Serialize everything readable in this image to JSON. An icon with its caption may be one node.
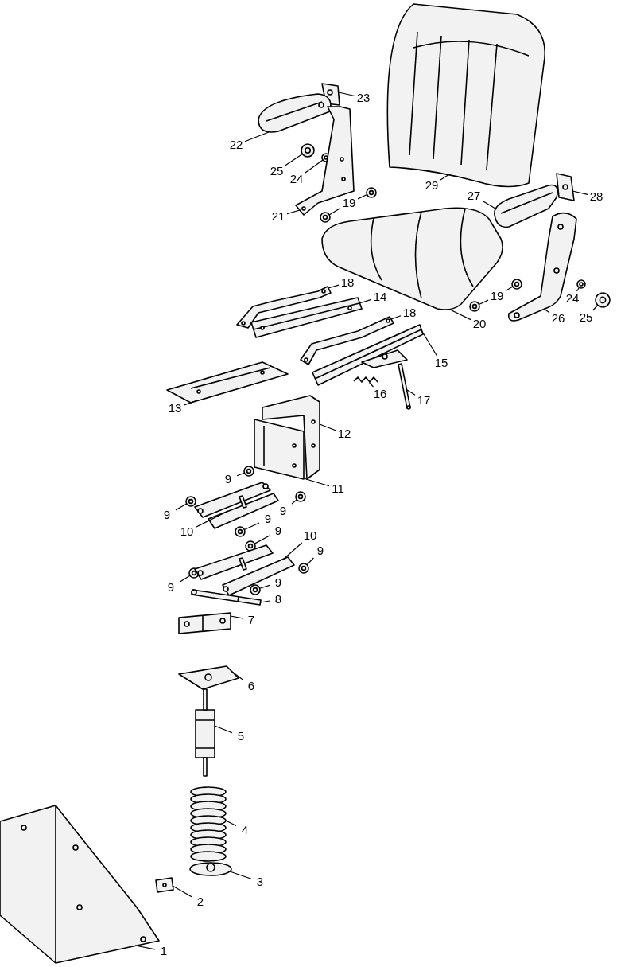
{
  "diagram": {
    "nodes": [
      {
        "text": [
          "23"
        ]
      },
      {
        "text": [
          "22"
        ]
      },
      {
        "text": [
          "25"
        ]
      },
      {
        "text": [
          "24"
        ]
      },
      {
        "text": [
          "29"
        ]
      },
      {
        "text": [
          "27"
        ]
      },
      {
        "text": [
          "28"
        ]
      },
      {
        "text": [
          "19"
        ]
      },
      {
        "text": [
          "21"
        ]
      },
      {
        "text": [
          "18"
        ]
      },
      {
        "text": [
          "19"
        ]
      },
      {
        "text": [
          "14"
        ]
      },
      {
        "text": [
          "24"
        ]
      },
      {
        "text": [
          "26"
        ]
      },
      {
        "text": [
          "18"
        ]
      },
      {
        "text": [
          "20"
        ]
      },
      {
        "text": [
          "25"
        ]
      },
      {
        "text": [
          "15"
        ]
      },
      {
        "text": [
          "16"
        ]
      },
      {
        "text": [
          "17"
        ]
      },
      {
        "text": [
          "13"
        ]
      },
      {
        "text": [
          "12"
        ]
      },
      {
        "text": [
          "11"
        ]
      },
      {
        "text": [
          "9"
        ]
      },
      {
        "text": [
          "9"
        ]
      },
      {
        "text": [
          "9"
        ]
      },
      {
        "text": [
          "9"
        ]
      },
      {
        "text": [
          "9"
        ]
      },
      {
        "text": [
          "10"
        ]
      },
      {
        "text": [
          "10"
        ]
      },
      {
        "text": [
          "9"
        ]
      },
      {
        "text": [
          "9"
        ]
      },
      {
        "text": [
          "9"
        ]
      },
      {
        "text": [
          "8"
        ]
      },
      {
        "text": [
          "7"
        ]
      },
      {
        "text": [
          "6"
        ]
      },
      {
        "text": [
          "5"
        ]
      },
      {
        "text": [
          "4"
        ]
      },
      {
        "text": [
          "3"
        ]
      },
      {
        "text": [
          "2"
        ]
      },
      {
        "text": [
          "1"
        ]
      },
      {
        "text": [],
        "shape": "circle"
      },
      {
        "text": [],
        "shape": "circle"
      },
      {
        "text": [],
        "shape": "circle"
      },
      {
        "text": [],
        "shape": "circle"
      },
      {
        "text": [],
        "shape": "circle"
      },
      {
        "text": [],
        "shape": "circle"
      },
      {
        "text": [],
        "shape": "circle"
      },
      {
        "text": [],
        "shape": "circle"
      },
      {
        "text": [],
        "shape": "picture"
      },
      {
        "text": [],
        "shape": "circle"
      },
      {
        "text": [],
        "shape": "circle"
      },
      {
        "text": [],
        "shape": "circle"
      },
      {
        "text": [],
        "shape": "circle"
      },
      {
        "text": [],
        "shape": "circle"
      },
      {
        "text": [],
        "shape": "circle"
      },
      {
        "text": [],
        "shape": "circle"
      },
      {
        "text": [],
        "shape": "circle"
      },
      {
        "text": [],
        "shape": "picture"
      },
      {
        "text": [],
        "shape": "picture"
      },
      {
        "text": [],
        "shape": "picture"
      },
      {
        "text": [],
        "shape": "picture"
      },
      {
        "text": [],
        "shape": "picture"
      },
      {
        "text": [],
        "shape": "picture"
      },
      {
        "text": [],
        "shape": "picture"
      },
      {
        "text": [],
        "shape": "picture"
      },
      {
        "text": [],
        "shape": "picture"
      },
      {
        "text": [],
        "shape": "picture"
      },
      {
        "text": [],
        "shape": "picture"
      },
      {
        "text": [],
        "shape": "picture"
      },
      {
        "text": [],
        "shape": "picture"
      },
      {
        "text": [],
        "shape": "picture"
      },
      {
        "text": [],
        "shape": "picture"
      },
      {
        "text": [],
        "shape": "picture"
      },
      {
        "text": [],
        "shape": "picture"
      },
      {
        "text": [],
        "shape": "picture"
      },
      {
        "text": [],
        "shape": "picture"
      },
      {
        "text": [],
        "shape": "picture"
      },
      {
        "text": [],
        "shape": "picture"
      },
      {
        "text": [],
        "shape": "picture"
      },
      {
        "text": [],
        "shape": "picture"
      },
      {
        "text": [],
        "shape": "picture"
      },
      {
        "text": [],
        "shape": "picture"
      },
      {
        "text": [],
        "shape": "picture"
      }
    ],
    "edges": [
      {
        "from": 0,
        "to": 58,
        "arrow": "none"
      },
      {
        "from": 1,
        "to": 59,
        "arrow": "none"
      },
      {
        "from": 2,
        "to": 41,
        "arrow": "none"
      },
      {
        "from": 3,
        "to": 42,
        "arrow": "none"
      },
      {
        "from": 4,
        "to": 60,
        "arrow": "none"
      },
      {
        "from": 5,
        "to": 61,
        "arrow": "none"
      },
      {
        "from": 6,
        "to": 62,
        "arrow": "none"
      },
      {
        "from": 7,
        "to": 43,
        "arrow": "none"
      },
      {
        "from": 7,
        "to": 44,
        "arrow": "none"
      },
      {
        "from": 8,
        "to": 63,
        "arrow": "none"
      },
      {
        "from": 9,
        "to": 64,
        "arrow": "none"
      },
      {
        "from": 10,
        "to": 45,
        "arrow": "none"
      },
      {
        "from": 10,
        "to": 46,
        "arrow": "none"
      },
      {
        "from": 11,
        "to": 65,
        "arrow": "none"
      },
      {
        "from": 12,
        "to": 47,
        "arrow": "none"
      },
      {
        "from": 13,
        "to": 66,
        "arrow": "none"
      },
      {
        "from": 14,
        "to": 67,
        "arrow": "none"
      },
      {
        "from": 15,
        "to": 68,
        "arrow": "none"
      },
      {
        "from": 16,
        "to": 48,
        "arrow": "none"
      },
      {
        "from": 17,
        "to": 69,
        "arrow": "none"
      },
      {
        "from": 18,
        "to": 49,
        "arrow": "none"
      },
      {
        "from": 19,
        "to": 70,
        "arrow": "none"
      },
      {
        "from": 20,
        "to": 71,
        "arrow": "none"
      },
      {
        "from": 21,
        "to": 72,
        "arrow": "none"
      },
      {
        "from": 22,
        "to": 73,
        "arrow": "none"
      },
      {
        "from": 23,
        "to": 50,
        "arrow": "none"
      },
      {
        "from": 24,
        "to": 51,
        "arrow": "none"
      },
      {
        "from": 25,
        "to": 52,
        "arrow": "none"
      },
      {
        "from": 26,
        "to": 53,
        "arrow": "none"
      },
      {
        "from": 27,
        "to": 54,
        "arrow": "none"
      },
      {
        "from": 28,
        "to": 74,
        "arrow": "none"
      },
      {
        "from": 29,
        "to": 75,
        "arrow": "none"
      },
      {
        "from": 30,
        "to": 55,
        "arrow": "none"
      },
      {
        "from": 31,
        "to": 56,
        "arrow": "none"
      },
      {
        "from": 32,
        "to": 57,
        "arrow": "none"
      },
      {
        "from": 33,
        "to": 76,
        "arrow": "none"
      },
      {
        "from": 34,
        "to": 77,
        "arrow": "none"
      },
      {
        "from": 35,
        "to": 78,
        "arrow": "none"
      },
      {
        "from": 36,
        "to": 79,
        "arrow": "none"
      },
      {
        "from": 37,
        "to": 80,
        "arrow": "none"
      },
      {
        "from": 38,
        "to": 81,
        "arrow": "none"
      },
      {
        "from": 39,
        "to": 82,
        "arrow": "none"
      },
      {
        "from": 40,
        "to": 83,
        "arrow": "none"
      }
    ]
  }
}
